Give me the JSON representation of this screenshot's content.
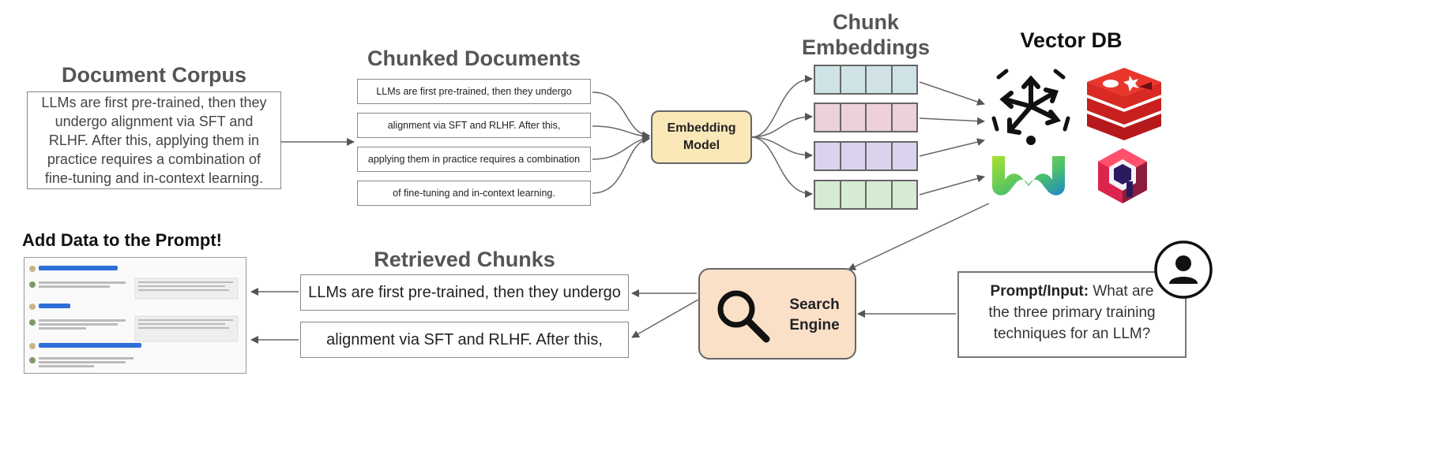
{
  "corpus": {
    "heading": "Document Corpus",
    "lines": [
      "LLMs are first pre-trained, then they",
      "undergo alignment via SFT and",
      "RLHF. After this, applying them in",
      "practice requires a combination of",
      "fine-tuning and in-context learning."
    ]
  },
  "chunked": {
    "heading": "Chunked Documents",
    "chunks": [
      "LLMs are first pre-trained, then they undergo",
      "alignment via SFT and RLHF. After this,",
      "applying them in practice requires a combination",
      "of fine-tuning and in-context learning."
    ]
  },
  "embedding_model": {
    "line1": "Embedding",
    "line2": "Model"
  },
  "embeddings": {
    "heading_line1": "Chunk",
    "heading_line2": "Embeddings",
    "row_colors": [
      "#cfe3e6",
      "#ecd0da",
      "#dcd2ee",
      "#d6ecd2"
    ]
  },
  "vector_db": {
    "heading": "Vector DB",
    "logos": [
      "weaviate-icon",
      "redis-icon",
      "weaviate-wave-icon",
      "qdrant-icon"
    ]
  },
  "add_data": {
    "heading": "Add Data to the Prompt!"
  },
  "retrieved": {
    "heading": "Retrieved Chunks",
    "chunks": [
      "LLMs are first pre-trained, then they undergo",
      "alignment via SFT and RLHF. After this,"
    ]
  },
  "search_engine": {
    "line1": "Search",
    "line2": "Engine",
    "icon": "magnifier-icon"
  },
  "prompt": {
    "label": "Prompt/Input:",
    "line1_rest": " What are",
    "line2": "the three primary training",
    "line3": "techniques for an LLM?",
    "icon": "user-icon"
  }
}
